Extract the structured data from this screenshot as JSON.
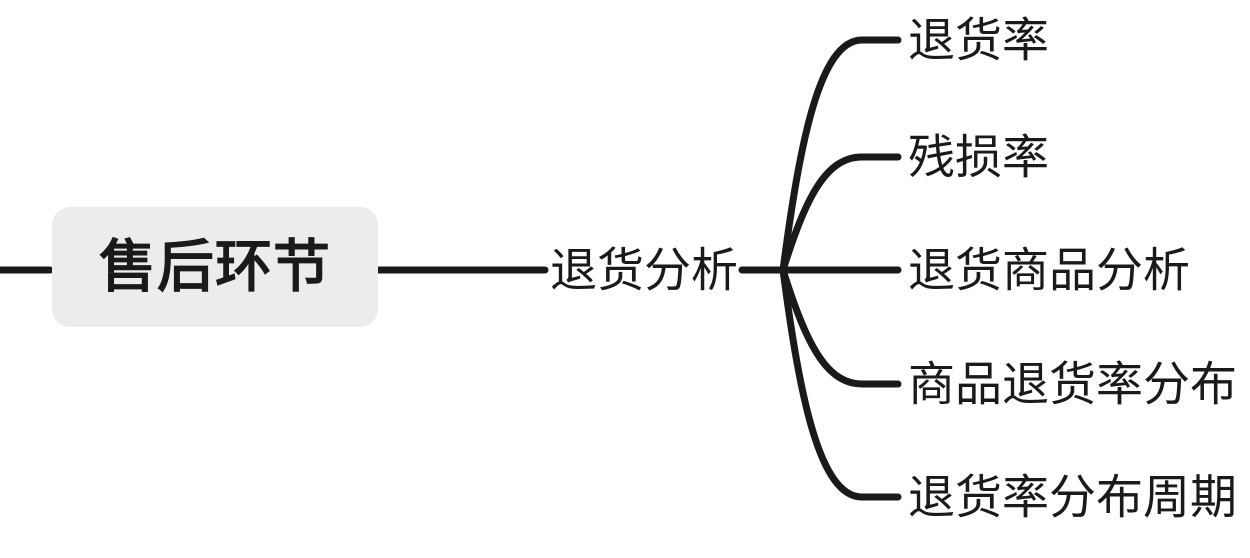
{
  "diagram": {
    "type": "mind-map",
    "orientation": "left-to-right",
    "background_color": "#ffffff",
    "line_color": "#1a1a1a",
    "root_fill_color": "#ececec",
    "text_color": "#1a1a1a"
  },
  "root": {
    "label": "售后环节"
  },
  "branch": {
    "label": "退货分析"
  },
  "leaves": [
    {
      "label": "退货率"
    },
    {
      "label": "残损率"
    },
    {
      "label": "退货商品分析"
    },
    {
      "label": "商品退货率分布"
    },
    {
      "label": "退货率分布周期"
    }
  ]
}
